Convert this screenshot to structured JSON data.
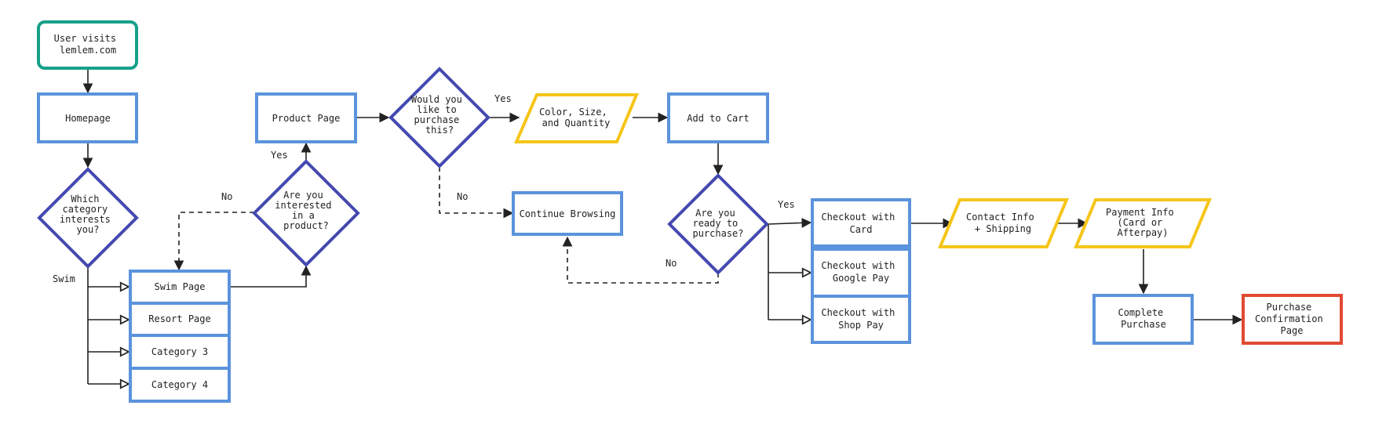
{
  "colors": {
    "start": "#16a08a",
    "process": "#5b93dc",
    "decision": "#4449b0",
    "io": "#f5c518",
    "end": "#e14a32",
    "line": "#222222"
  },
  "nodes": {
    "start": [
      "User visits",
      "lemlem.com"
    ],
    "homepage": [
      "Homepage"
    ],
    "which_category": [
      "Which",
      "category",
      "interests",
      "you?"
    ],
    "swim_page": [
      "Swim Page"
    ],
    "resort_page": [
      "Resort Page"
    ],
    "category_3": [
      "Category 3"
    ],
    "category_4": [
      "Category 4"
    ],
    "interested": [
      "Are you",
      "interested",
      "in a",
      "product?"
    ],
    "product_page": [
      "Product Page"
    ],
    "purchase_this": [
      "Would you",
      "like to",
      "purchase",
      "this?"
    ],
    "color_size": [
      "Color, Size,",
      "and Quantity"
    ],
    "add_to_cart": [
      "Add to Cart"
    ],
    "continue_browsing": [
      "Continue Browsing"
    ],
    "ready": [
      "Are you",
      "ready to",
      "purchase?"
    ],
    "checkout_card": [
      "Checkout with",
      "Card"
    ],
    "checkout_google": [
      "Checkout with",
      "Google Pay"
    ],
    "checkout_shop": [
      "Checkout with",
      "Shop Pay"
    ],
    "contact_info": [
      "Contact Info",
      "+ Shipping"
    ],
    "payment_info": [
      "Payment Info",
      "(Card or",
      "Afterpay)"
    ],
    "complete": [
      "Complete",
      "Purchase"
    ],
    "confirmation": [
      "Purchase",
      "Confirmation",
      "Page"
    ]
  },
  "labels": {
    "swim": "Swim",
    "yes_interested": "Yes",
    "no_interested": "No",
    "yes_purchase": "Yes",
    "no_purchase": "No",
    "yes_ready": "Yes",
    "no_ready": "No"
  }
}
